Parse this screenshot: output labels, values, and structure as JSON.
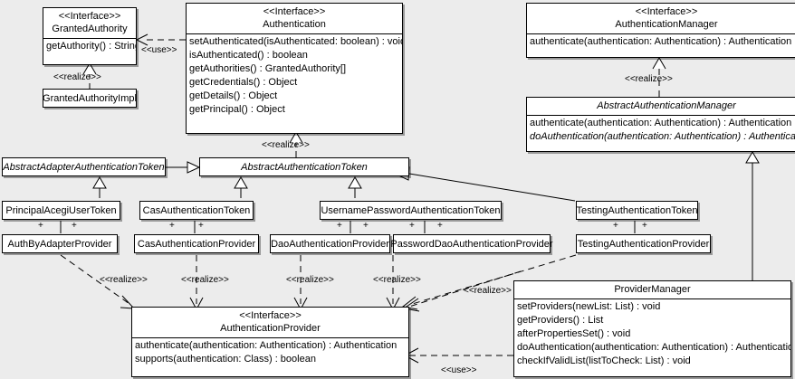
{
  "diagram": {
    "kind": "uml-class-diagram",
    "background": "#ececec",
    "line_color": "#000000",
    "box_fill": "#ffffff"
  },
  "classes": {
    "granted_authority": {
      "stereotype": "<<Interface>>",
      "name": "GrantedAuthority",
      "operations": [
        "getAuthority() : String"
      ]
    },
    "granted_authority_impl": {
      "name": "GrantedAuthorityImpl"
    },
    "authentication": {
      "stereotype": "<<Interface>>",
      "name": "Authentication",
      "operations": [
        "setAuthenticated(isAuthenticated: boolean) : void",
        "isAuthenticated() : boolean",
        "getAuthorities() : GrantedAuthority[]",
        "getCredentials() : Object",
        "getDetails() : Object",
        "getPrincipal() : Object"
      ]
    },
    "authentication_manager": {
      "stereotype": "<<Interface>>",
      "name": "AuthenticationManager",
      "operations": [
        "authenticate(authentication: Authentication) : Authentication"
      ]
    },
    "abstract_authentication_manager": {
      "name": "AbstractAuthenticationManager",
      "operations": [
        "authenticate(authentication: Authentication) : Authentication",
        "doAuthentication(authentication: Authentication) : Authentication"
      ]
    },
    "abstract_adapter_authentication_token": {
      "name": "AbstractAdapterAuthenticationToken"
    },
    "abstract_authentication_token": {
      "name": "AbstractAuthenticationToken"
    },
    "principal_acegi_user_token": {
      "name": "PrincipalAcegiUserToken"
    },
    "cas_authentication_token": {
      "name": "CasAuthenticationToken"
    },
    "username_password_authentication_token": {
      "name": "UsernamePasswordAuthenticationToken"
    },
    "testing_authentication_token": {
      "name": "TestingAuthenticationToken"
    },
    "auth_by_adapter_provider": {
      "name": "AuthByAdapterProvider"
    },
    "cas_authentication_provider": {
      "name": "CasAuthenticationProvider"
    },
    "dao_authentication_provider": {
      "name": "DaoAuthenticationProvider"
    },
    "password_dao_authentication_provider": {
      "name": "PasswordDaoAuthenticationProvider"
    },
    "testing_authentication_provider": {
      "name": "TestingAuthenticationProvider"
    },
    "authentication_provider": {
      "stereotype": "<<Interface>>",
      "name": "AuthenticationProvider",
      "operations": [
        "authenticate(authentication: Authentication) : Authentication",
        "supports(authentication: Class) : boolean"
      ]
    },
    "provider_manager": {
      "name": "ProviderManager",
      "operations": [
        "setProviders(newList: List) : void",
        "getProviders() : List",
        "afterPropertiesSet() : void",
        "doAuthentication(authentication: Authentication) : Authentication",
        "checkIfValidList(listToCheck: List) : void"
      ]
    }
  },
  "relationship_labels": {
    "use_authentication_grantedauthority": "<<use>>",
    "realize_grantedauthorityimpl": "<<realize>>",
    "realize_abstract_authentication_token": "<<realize>>",
    "realize_abstract_authentication_manager": "<<realize>>",
    "realize_auth_by_adapter_provider": "<<realize>>",
    "realize_cas_authentication_provider": "<<realize>>",
    "realize_dao_authentication_provider": "<<realize>>",
    "realize_password_dao_authentication_provider": "<<realize>>",
    "realize_provider_manager": "<<realize>>",
    "use_provider_manager_authentication_provider": "<<use>>"
  },
  "association_markers": {
    "visibility_plus": "+"
  }
}
